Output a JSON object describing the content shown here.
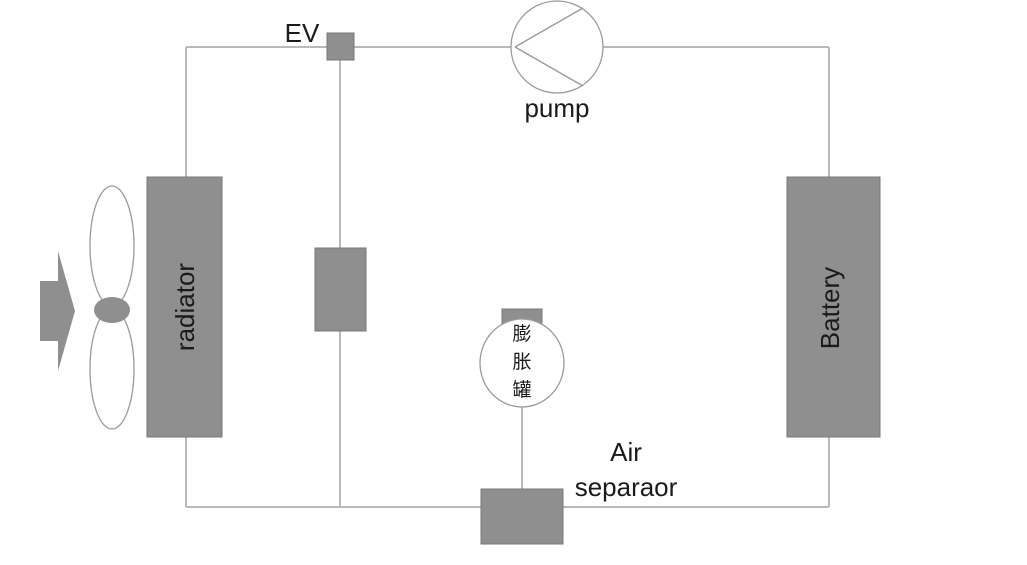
{
  "labels": {
    "ev": "EV",
    "pump": "pump",
    "radiator": "radiator",
    "battery": "Battery",
    "expansion_tank": [
      "膨",
      "胀",
      "罐"
    ],
    "air_separator_line1": "Air",
    "air_separator_line2": "separaor"
  },
  "colors": {
    "component_fill": "#8f8f8f",
    "wire": "#b9b9b9",
    "outline": "#9a9a9a",
    "text": "#1a1a1a"
  },
  "icons": [
    "airflow-arrow-icon",
    "fan-icon",
    "pump-icon"
  ]
}
